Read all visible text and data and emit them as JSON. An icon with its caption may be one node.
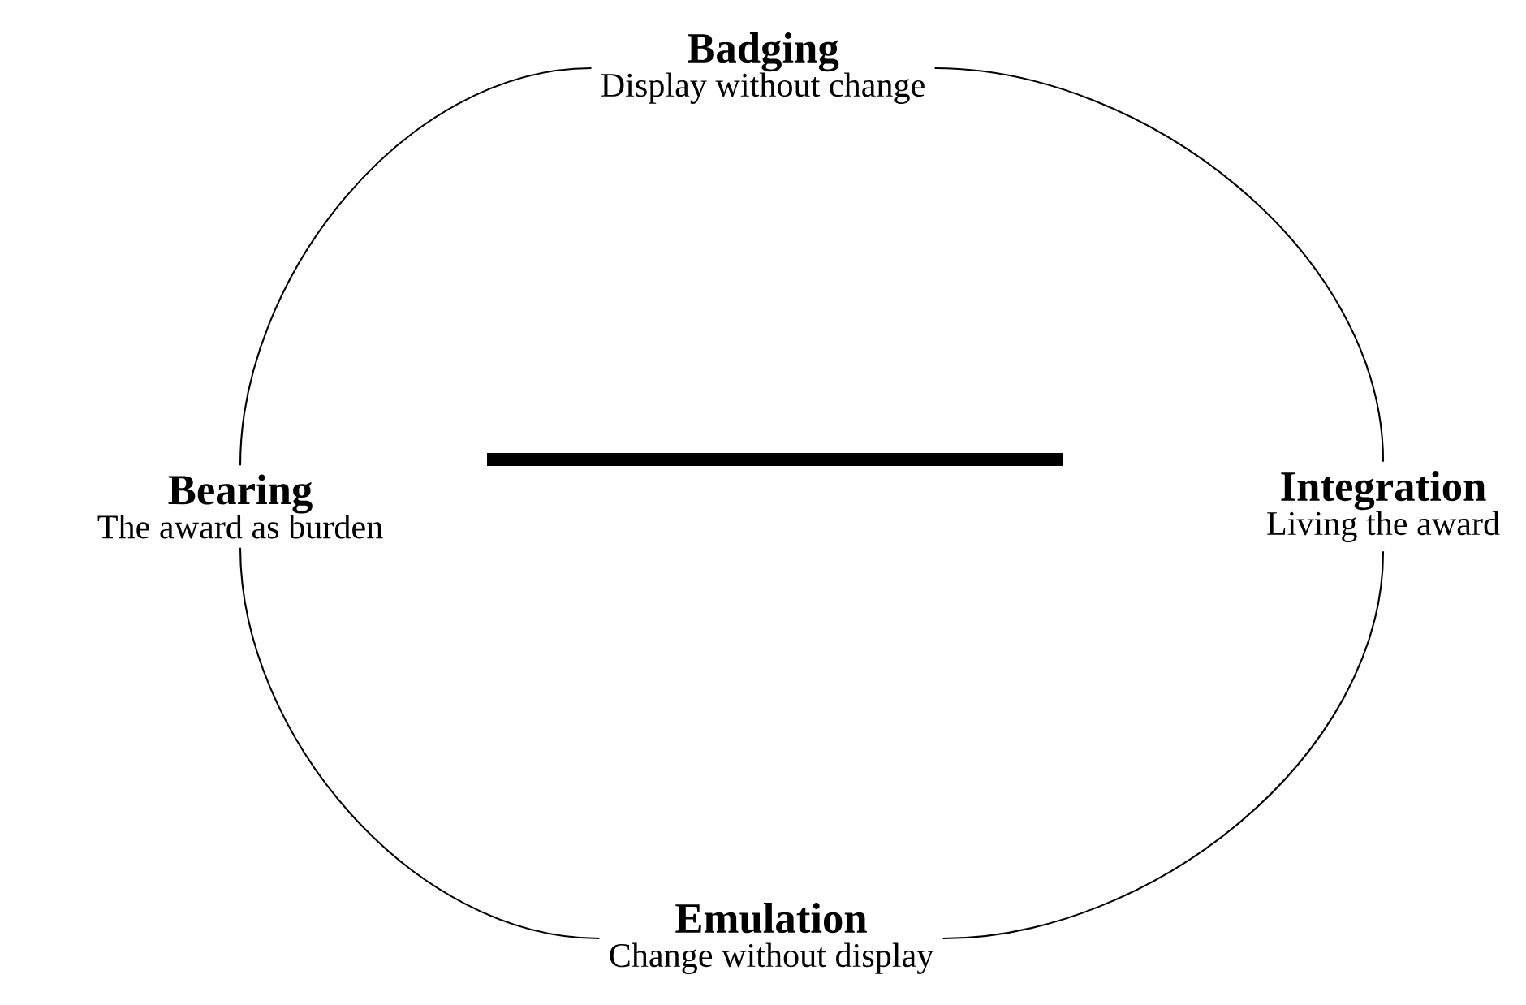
{
  "diagram": {
    "nodes": [
      {
        "text": [
          "Badging",
          "Display without change"
        ]
      },
      {
        "text": [
          "Integration",
          "Living the award"
        ]
      },
      {
        "text": [
          "Emulation",
          "Change without display"
        ]
      },
      {
        "text": [
          "Bearing",
          "The award as burden"
        ]
      }
    ],
    "edges": [
      {
        "from": 0,
        "to": 1,
        "arrow": "none"
      },
      {
        "from": 1,
        "to": 2,
        "arrow": "none"
      },
      {
        "from": 2,
        "to": 3,
        "arrow": "none"
      },
      {
        "from": 3,
        "to": 0,
        "arrow": "none"
      }
    ]
  }
}
